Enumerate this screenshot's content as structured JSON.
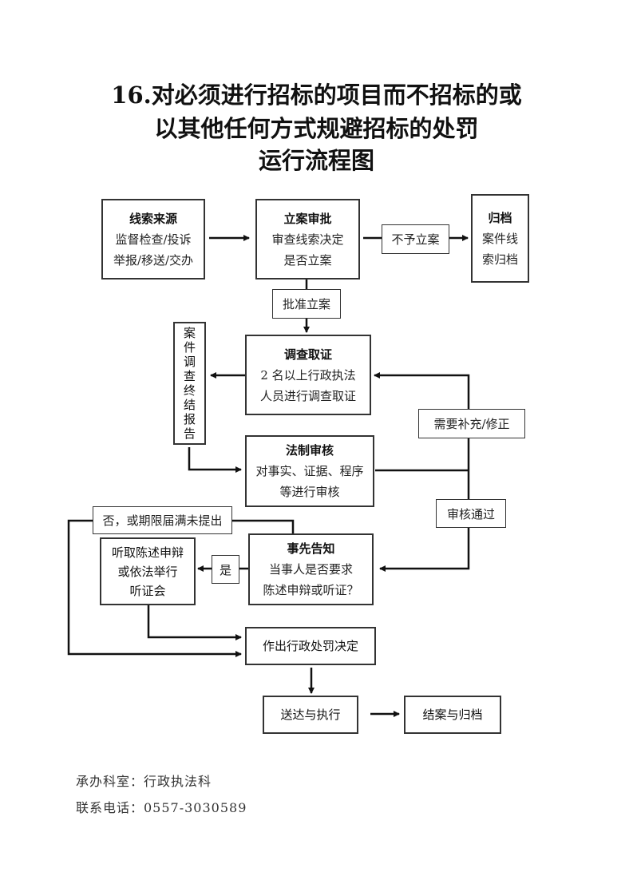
{
  "title": {
    "line1": "16.对必须进行招标的项目而不招标的或",
    "line2": "以其他任何方式规避招标的处罚",
    "line3": "运行流程图"
  },
  "nodes": {
    "clue_source": {
      "heading": "线索来源",
      "lines": [
        "监督检查/投诉",
        "举报/移送/交办"
      ]
    },
    "case_approval": {
      "heading": "立案审批",
      "lines": [
        "审查线索决定",
        "是否立案"
      ]
    },
    "archive": {
      "heading": "归档",
      "lines": [
        "案件线",
        "索归档"
      ]
    },
    "investigation": {
      "heading": "调查取证",
      "lines": [
        "2 名以上行政执法",
        "人员进行调查取证"
      ]
    },
    "final_report": {
      "text": "案件调查终结报告"
    },
    "legal_review": {
      "heading": "法制审核",
      "lines": [
        "对事实、证据、程序",
        "等进行审核"
      ]
    },
    "prior_notice": {
      "heading": "事先告知",
      "lines": [
        "当事人是否要求",
        "陈述申辩或听证？"
      ]
    },
    "hearing": {
      "lines": [
        "听取陈述申辩",
        "或依法举行",
        "听证会"
      ]
    },
    "penalty_decision": {
      "text": "作出行政处罚决定"
    },
    "delivery": {
      "text": "送达与执行"
    },
    "close_archive": {
      "text": "结案与归档"
    }
  },
  "edge_labels": {
    "not_filed": "不予立案",
    "approved": "批准立案",
    "needs_supplement": "需要补充/修正",
    "review_passed": "审核通过",
    "yes": "是",
    "no_or_expired": "否，或期限届满未提出"
  },
  "footer": {
    "department": "承办科室：行政执法科",
    "phone": "联系电话：0557-3030589"
  }
}
